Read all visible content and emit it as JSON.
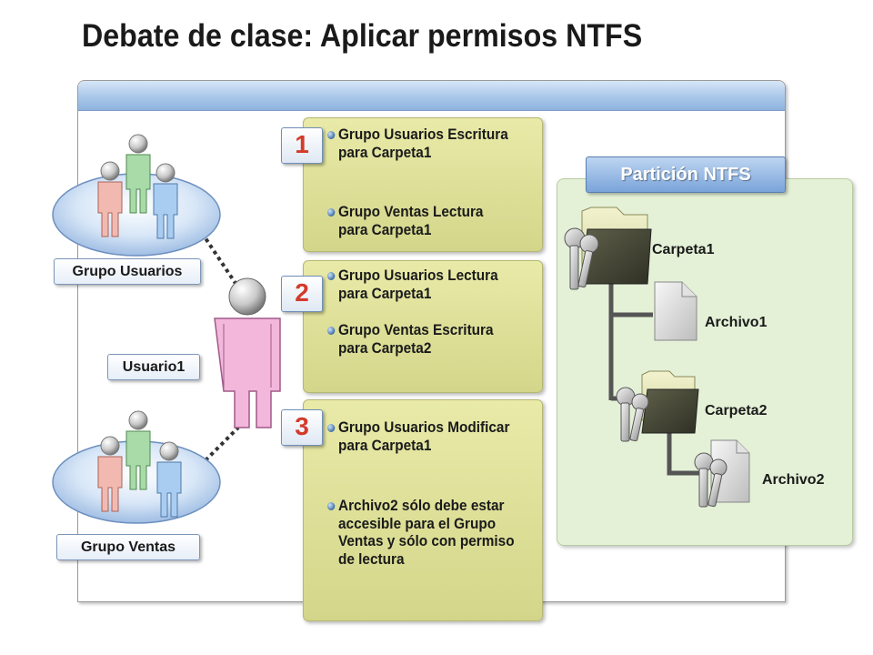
{
  "title": "Debate de clase: Aplicar permisos NTFS",
  "groups": {
    "usuarios_label": "Grupo Usuarios",
    "ventas_label": "Grupo Ventas",
    "user_label": "Usuario1"
  },
  "scenarios": [
    {
      "number": "1",
      "items": [
        "Grupo Usuarios Escritura para Carpeta1",
        "Grupo Ventas Lectura para Carpeta1"
      ]
    },
    {
      "number": "2",
      "items": [
        "Grupo Usuarios Lectura para Carpeta1",
        "Grupo Ventas Escritura para Carpeta2"
      ]
    },
    {
      "number": "3",
      "items": [
        "Grupo Usuarios Modificar para Carpeta1",
        "Archivo2 sólo debe estar accesible para el Grupo Ventas y sólo con permiso de lectura"
      ]
    }
  ],
  "ntfs": {
    "title": "Partición NTFS",
    "tree": [
      "Carpeta1",
      "Archivo1",
      "Carpeta2",
      "Archivo2"
    ]
  },
  "colors": {
    "accent_number": "#d43a2a",
    "panel_green": "#d9dc91",
    "ntfs_bg": "#e4f1d7",
    "window_bar": "#a9c7e9"
  }
}
